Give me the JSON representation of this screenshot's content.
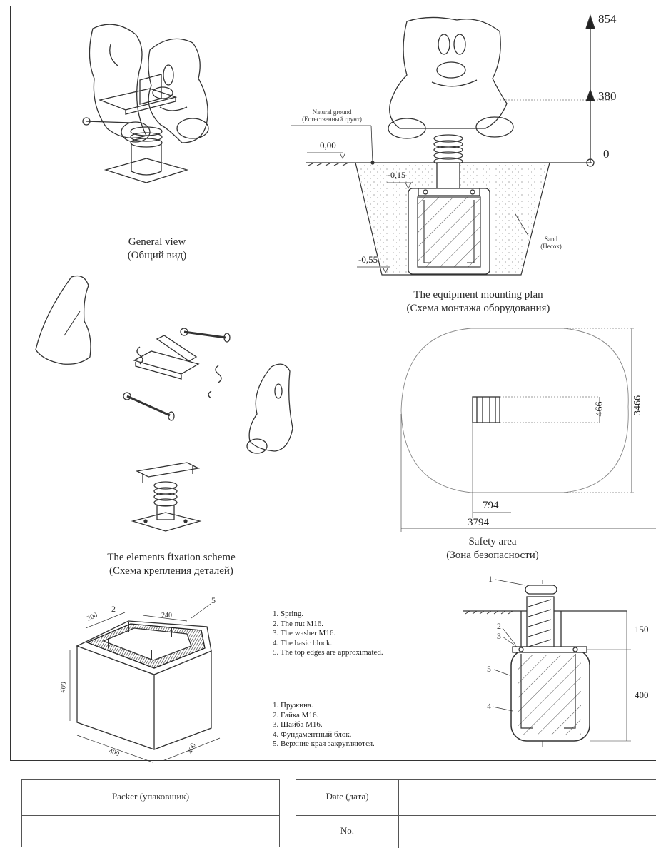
{
  "views": {
    "general_view": {
      "en": "General view",
      "ru": "(Общий вид)"
    },
    "mounting_plan": {
      "en": "The equipment mounting plan",
      "ru": "(Схема монтажа оборудования)"
    },
    "fixation_scheme": {
      "en": "The elements fixation scheme",
      "ru": "(Схема крепления деталей)"
    },
    "safety_area": {
      "en": "Safety area",
      "ru": "(Зона безопасности)"
    }
  },
  "mounting_labels": {
    "natural_ground_en": "Natural ground",
    "natural_ground_ru": "(Естественный грунт)",
    "sand_en": "Sand",
    "sand_ru": "(Песок)",
    "level_zero": "0,00",
    "level_minus_015": "-0,15",
    "level_minus_055": "-0,55",
    "height_854": "854",
    "height_380": "380",
    "height_0": "0"
  },
  "safety_dims": {
    "width_total": "3794",
    "width_inner": "794",
    "height_total": "3466",
    "height_inner": "466"
  },
  "block_dims": {
    "top_a": "200",
    "top_b": "240",
    "height": "400",
    "base_width": "400",
    "base_depth": "400",
    "callout_2": "2",
    "callout_5": "5"
  },
  "section_dims": {
    "callout_1": "1",
    "callout_2": "2",
    "callout_3": "3",
    "callout_4": "4",
    "callout_5": "5",
    "upper": "150",
    "lower": "400"
  },
  "legend_en": [
    "1. Spring.",
    "2. The nut M16.",
    "3. The washer M16.",
    "4. The basic block.",
    "5. The top edges are approximated."
  ],
  "legend_ru": [
    "1. Пружина.",
    "2. Гайка М16.",
    "3. Шайба М16.",
    "4. Фундаментный блок.",
    "5.  Верхние края закругляются."
  ],
  "footer": {
    "packer": "Packer (упаковщик)",
    "date": "Date (дата)",
    "number": "No."
  }
}
